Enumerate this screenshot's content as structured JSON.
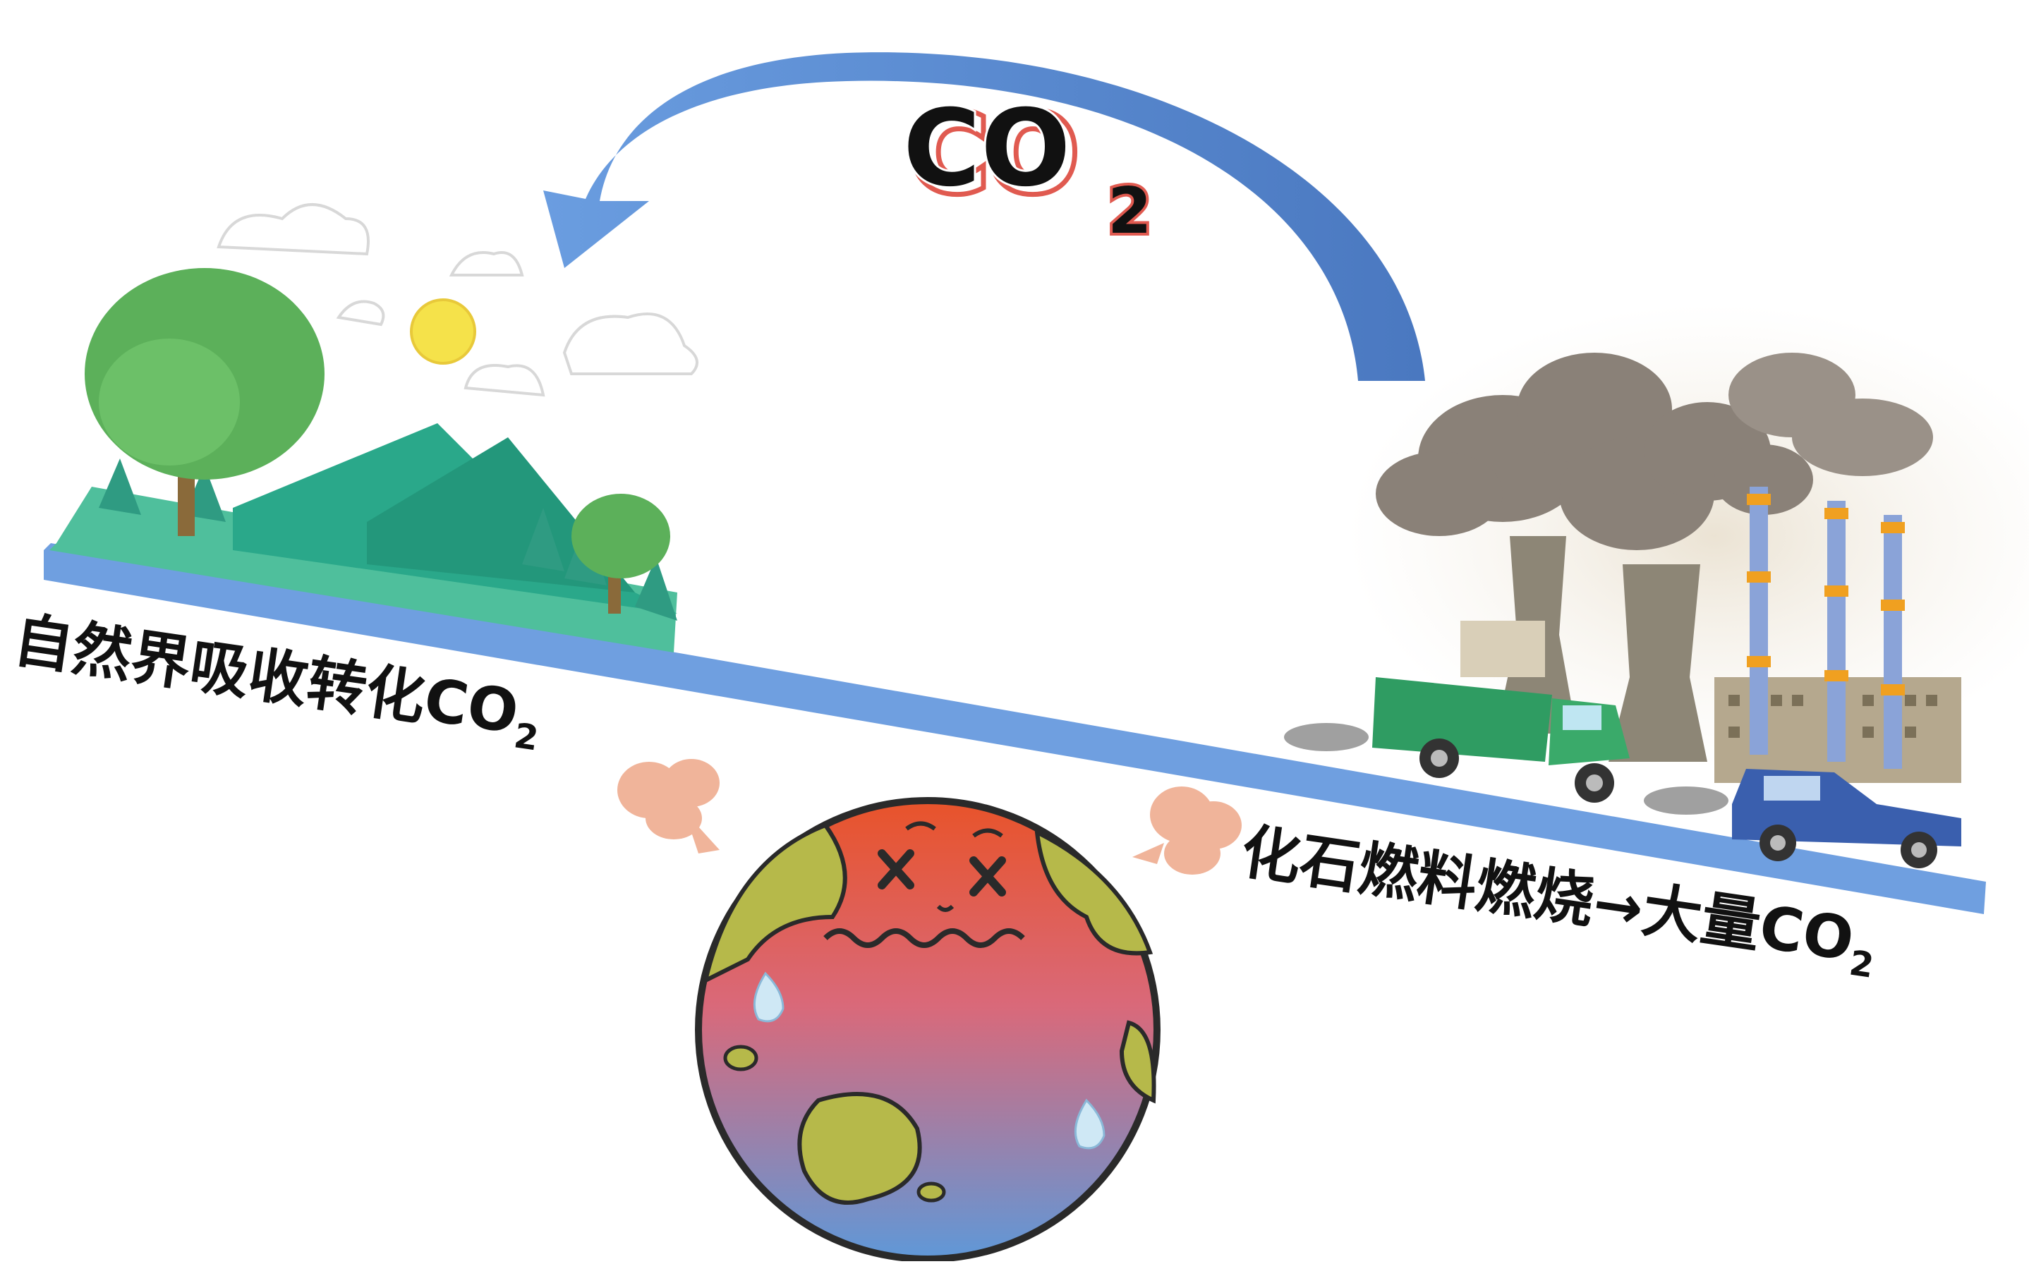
{
  "arrow_label": {
    "text": "CO",
    "sub": "2"
  },
  "left_label": {
    "text": "自然界吸收转化CO",
    "sub": "2"
  },
  "right_label": {
    "text": "化石燃料燃烧→大量CO",
    "sub": "2"
  },
  "colors": {
    "arrow": "#5b8ed6",
    "beam": "#6f9fe0",
    "tree": "#5cb05a",
    "mountain": "#2aa88a",
    "smoke": "#8a8178",
    "earth_top": "#e8532a",
    "earth_mid": "#d9697a",
    "earth_bottom": "#5f98d8",
    "land": "#b6b94a",
    "puff": "#f0b49a"
  },
  "icons": [
    "curved-arrow-icon",
    "forest-landscape-icon",
    "sun-icon",
    "cloud-icon",
    "factory-icon",
    "smokestack-icon",
    "truck-icon",
    "car-icon",
    "sick-earth-icon",
    "heat-puff-icon"
  ]
}
